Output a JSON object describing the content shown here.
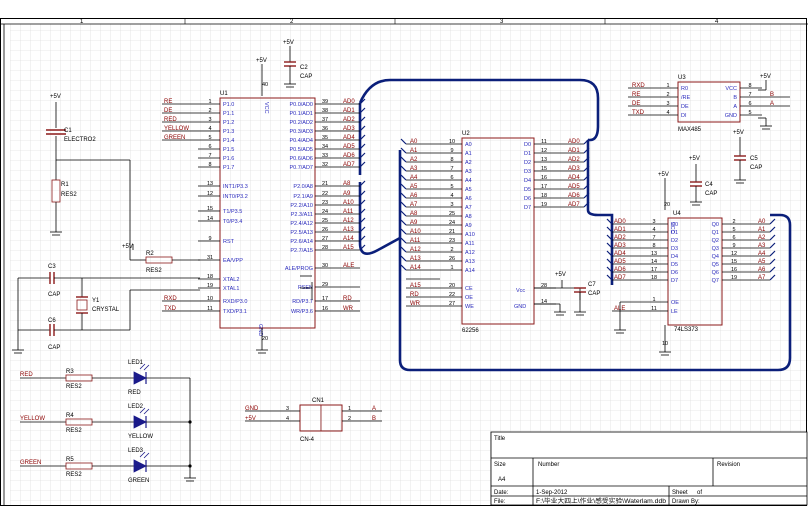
{
  "border": {
    "cols": [
      "1",
      "2",
      "3",
      "4"
    ],
    "rows": []
  },
  "colors": {
    "grid": "#d6d6d6",
    "part": "#8b1a1a",
    "wire": "#000000",
    "label": "#8b0000",
    "bus": "#0b1f7a",
    "pin": "#2b2bbd",
    "net": "#1a1a8a"
  },
  "power": {
    "vcc": "+5V"
  },
  "u1": {
    "ref": "U1",
    "vcc_pin": "40",
    "gnd_pin": "20",
    "vcc_name": "VCC",
    "gnd_name": "GND",
    "left": [
      {
        "num": "1",
        "name": "P1.0"
      },
      {
        "num": "2",
        "name": "P1.1"
      },
      {
        "num": "3",
        "name": "P1.2"
      },
      {
        "num": "4",
        "name": "P1.3"
      },
      {
        "num": "5",
        "name": "P1.4"
      },
      {
        "num": "6",
        "name": "P1.5"
      },
      {
        "num": "7",
        "name": "P1.6"
      },
      {
        "num": "8",
        "name": "P1.7"
      },
      {
        "num": "13",
        "name": "INT1/P3.3"
      },
      {
        "num": "12",
        "name": "INT0/P3.2"
      },
      {
        "num": "15",
        "name": "T1/P3.5"
      },
      {
        "num": "14",
        "name": "T0/P3.4"
      },
      {
        "num": "9",
        "name": "RST"
      },
      {
        "num": "31",
        "name": "EA/VPP"
      },
      {
        "num": "18",
        "name": "XTAL2"
      },
      {
        "num": "19",
        "name": "XTAL1"
      },
      {
        "num": "10",
        "name": "RXD/P3.0"
      },
      {
        "num": "11",
        "name": "TXD/P3.1"
      }
    ],
    "right": [
      {
        "num": "39",
        "name": "P0.0/AD0"
      },
      {
        "num": "38",
        "name": "P0.1/AD1"
      },
      {
        "num": "37",
        "name": "P0.2/AD2"
      },
      {
        "num": "36",
        "name": "P0.3/AD3"
      },
      {
        "num": "35",
        "name": "P0.4/AD4"
      },
      {
        "num": "34",
        "name": "P0.5/AD5"
      },
      {
        "num": "33",
        "name": "P0.6/AD6"
      },
      {
        "num": "32",
        "name": "P0.7/AD7"
      },
      {
        "num": "21",
        "name": "P2.0/A8"
      },
      {
        "num": "22",
        "name": "P2.1/A9"
      },
      {
        "num": "23",
        "name": "P2.2/A10"
      },
      {
        "num": "24",
        "name": "P2.3/A11"
      },
      {
        "num": "25",
        "name": "P2.4/A12"
      },
      {
        "num": "26",
        "name": "P2.5/A13"
      },
      {
        "num": "27",
        "name": "P2.6/A14"
      },
      {
        "num": "28",
        "name": "P2.7/A15"
      },
      {
        "num": "30",
        "name": "ALE/PROG"
      },
      {
        "num": "29",
        "name": "PSEN"
      },
      {
        "num": "17",
        "name": "RD/P3.7"
      },
      {
        "num": "16",
        "name": "WR/P3.6"
      }
    ],
    "left_nets": [
      "RE",
      "DE",
      "RED",
      "YELLOW",
      "GREEN"
    ],
    "bottom_left_nets": [
      "RXD",
      "TXD"
    ],
    "right_nets": [
      "AD0",
      "AD1",
      "AD2",
      "AD3",
      "AD4",
      "AD5",
      "AD6",
      "AD7",
      "A8",
      "A9",
      "A10",
      "A11",
      "A12",
      "A13",
      "A14",
      "A15",
      "ALE",
      "",
      "RD",
      "WR"
    ]
  },
  "u2": {
    "ref": "U2",
    "part": "62256",
    "left_nets": [
      "A0",
      "A1",
      "A2",
      "A3",
      "A4",
      "A5",
      "A6",
      "A7",
      "A8",
      "A9",
      "A10",
      "A11",
      "A12",
      "A13",
      "A14",
      "",
      "A15",
      "RD",
      "WR"
    ],
    "left": [
      {
        "num": "10",
        "name": "A0"
      },
      {
        "num": "9",
        "name": "A1"
      },
      {
        "num": "8",
        "name": "A2"
      },
      {
        "num": "7",
        "name": "A3"
      },
      {
        "num": "6",
        "name": "A4"
      },
      {
        "num": "5",
        "name": "A5"
      },
      {
        "num": "4",
        "name": "A6"
      },
      {
        "num": "3",
        "name": "A7"
      },
      {
        "num": "25",
        "name": "A8"
      },
      {
        "num": "24",
        "name": "A9"
      },
      {
        "num": "21",
        "name": "A10"
      },
      {
        "num": "23",
        "name": "A11"
      },
      {
        "num": "2",
        "name": "A12"
      },
      {
        "num": "26",
        "name": "A13"
      },
      {
        "num": "1",
        "name": "A14"
      },
      {
        "num": "20",
        "name": "CE"
      },
      {
        "num": "22",
        "name": "OE"
      },
      {
        "num": "27",
        "name": "WE"
      }
    ],
    "right": [
      {
        "num": "11",
        "name": "D0"
      },
      {
        "num": "12",
        "name": "D1"
      },
      {
        "num": "13",
        "name": "D2"
      },
      {
        "num": "15",
        "name": "D3"
      },
      {
        "num": "16",
        "name": "D4"
      },
      {
        "num": "17",
        "name": "D5"
      },
      {
        "num": "18",
        "name": "D6"
      },
      {
        "num": "19",
        "name": "D7"
      }
    ],
    "vcc_num": "28",
    "vcc_name": "Vcc",
    "gnd_num": "14",
    "gnd_name": "GND",
    "right_nets": [
      "AD0",
      "AD1",
      "AD2",
      "AD3",
      "AD4",
      "AD5",
      "AD6",
      "AD7"
    ]
  },
  "u3": {
    "ref": "U3",
    "part": "MAX485",
    "left": [
      {
        "num": "1",
        "name": "R0"
      },
      {
        "num": "2",
        "name": "/RE"
      },
      {
        "num": "3",
        "name": "DE"
      },
      {
        "num": "4",
        "name": "DI"
      }
    ],
    "right": [
      {
        "num": "8",
        "name": "VCC"
      },
      {
        "num": "7",
        "name": "B"
      },
      {
        "num": "6",
        "name": "A"
      },
      {
        "num": "5",
        "name": "GND"
      }
    ],
    "left_nets": [
      "RXD",
      "RE",
      "DE",
      "TXD"
    ],
    "right_nets": [
      "",
      "B",
      "A",
      ""
    ]
  },
  "u4": {
    "ref": "U4",
    "part": "74LS373",
    "left": [
      {
        "num": "3",
        "name": "D0"
      },
      {
        "num": "4",
        "name": "D1"
      },
      {
        "num": "7",
        "name": "D2"
      },
      {
        "num": "8",
        "name": "D3"
      },
      {
        "num": "13",
        "name": "D4"
      },
      {
        "num": "14",
        "name": "D5"
      },
      {
        "num": "17",
        "name": "D6"
      },
      {
        "num": "18",
        "name": "D7"
      },
      {
        "num": "1",
        "name": "OE"
      },
      {
        "num": "11",
        "name": "LE"
      }
    ],
    "right": [
      {
        "num": "2",
        "name": "Q0"
      },
      {
        "num": "5",
        "name": "Q1"
      },
      {
        "num": "6",
        "name": "Q2"
      },
      {
        "num": "9",
        "name": "Q3"
      },
      {
        "num": "12",
        "name": "Q4"
      },
      {
        "num": "15",
        "name": "Q5"
      },
      {
        "num": "16",
        "name": "Q6"
      },
      {
        "num": "19",
        "name": "Q7"
      }
    ],
    "vcc_pin": "20",
    "gnd_pin": "10",
    "vcc_name": "VCC",
    "gnd_name": "GND",
    "left_nets": [
      "AD0",
      "AD1",
      "AD2",
      "AD3",
      "AD4",
      "AD5",
      "AD6",
      "AD7",
      "",
      "ALE"
    ],
    "right_nets": [
      "A0",
      "A1",
      "A2",
      "A3",
      "A4",
      "A5",
      "A6",
      "A7"
    ]
  },
  "passives": {
    "c1": {
      "ref": "C1",
      "value": "ELECTRO2"
    },
    "r1": {
      "ref": "R1",
      "value": "RES2"
    },
    "r2": {
      "ref": "R2",
      "value": "RES2"
    },
    "c2": {
      "ref": "C2",
      "value": "CAP"
    },
    "c3": {
      "ref": "C3",
      "value": "CAP"
    },
    "c4": {
      "ref": "C4",
      "value": "CAP"
    },
    "c5": {
      "ref": "C5",
      "value": "CAP"
    },
    "c6": {
      "ref": "C6",
      "value": "CAP"
    },
    "c7": {
      "ref": "C7",
      "value": "CAP"
    },
    "y1": {
      "ref": "Y1",
      "value": "CRYSTAL"
    },
    "r3": {
      "ref": "R3",
      "value": "RES2"
    },
    "r4": {
      "ref": "R4",
      "value": "RES2"
    },
    "r5": {
      "ref": "R5",
      "value": "RES2"
    }
  },
  "leds": [
    {
      "net": "RED",
      "ref": "LED1",
      "label": "RED"
    },
    {
      "net": "YELLOW",
      "ref": "LED2",
      "label": "YELLOW"
    },
    {
      "net": "GREEN",
      "ref": "LED3",
      "label": "GREEN"
    }
  ],
  "cn1": {
    "ref": "CN1",
    "part": "CN-4",
    "left_nets": [
      "GND",
      "+5V"
    ],
    "left_nums": [
      "3",
      "4"
    ],
    "right_nums": [
      "1",
      "2"
    ],
    "right_nets": [
      "A",
      "B"
    ]
  },
  "title_block": {
    "title_label": "Title",
    "size_label": "Size",
    "size_value": "A4",
    "number_label": "Number",
    "revision_label": "Revision",
    "date_label": "Date:",
    "date_value": "1-Sep-2012",
    "sheet_label": "Sheet",
    "of_label": "of",
    "file_label": "File:",
    "file_value": "F:\\毕业大四上\\作业\\感受实验\\Waterlam.ddb",
    "drawn_label": "Drawn By:"
  }
}
